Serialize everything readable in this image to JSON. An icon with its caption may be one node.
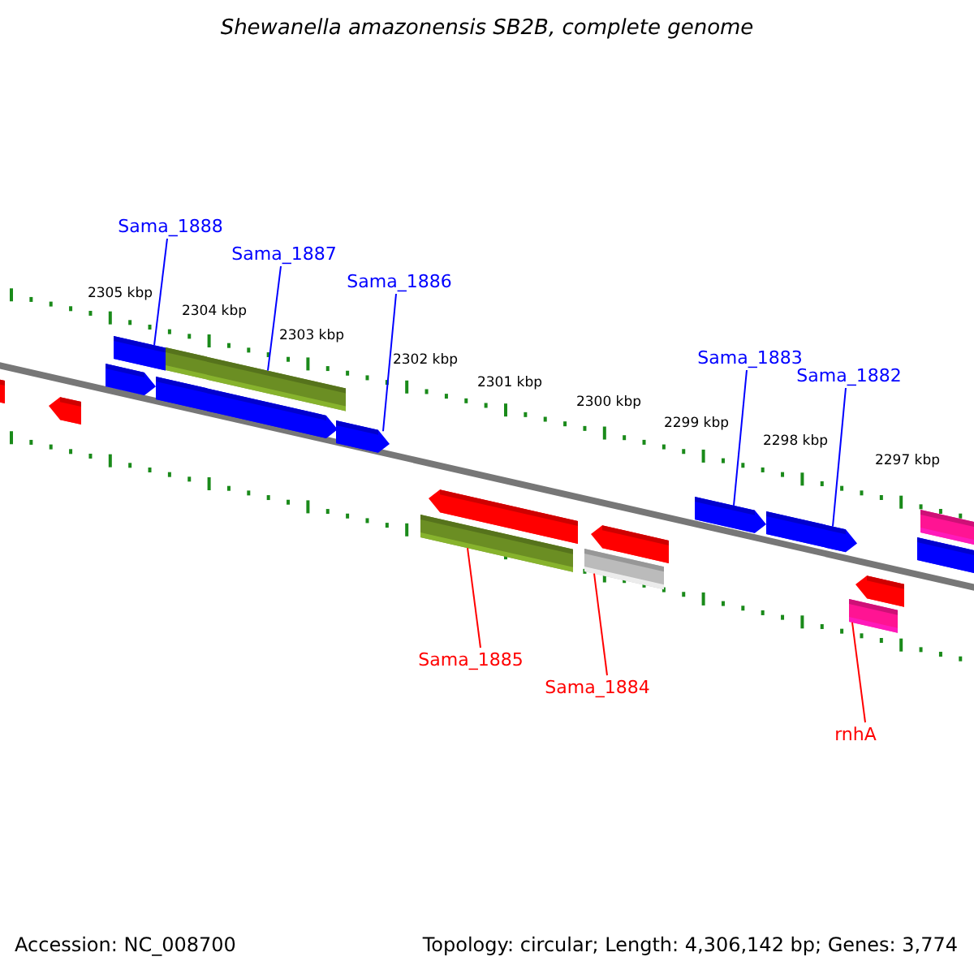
{
  "diagram": {
    "title": "Shewanella amazonensis SB2B, complete genome",
    "nodes": [
      {
        "text": [
          "Sama_1888"
        ]
      },
      {
        "text": [
          "Sama_1887"
        ]
      },
      {
        "text": [
          "Sama_1886"
        ]
      },
      {
        "text": [
          "Sama_1883"
        ]
      },
      {
        "text": [
          "Sama_1882"
        ]
      },
      {
        "text": [
          "Sama_1885"
        ]
      },
      {
        "text": [
          "Sama_1884"
        ]
      },
      {
        "text": [
          "rnhA"
        ]
      },
      {
        "text": [],
        "shape": "pentagon"
      },
      {
        "text": [],
        "shape": "pentagon"
      },
      {
        "text": [],
        "shape": "bar"
      },
      {
        "text": [],
        "shape": "bar"
      },
      {
        "text": [],
        "shape": "pentagon"
      },
      {
        "text": [],
        "shape": "pentagon"
      },
      {
        "text": [],
        "shape": "pentagon"
      },
      {
        "text": [],
        "shape": "pentagon"
      },
      {
        "text": [],
        "shape": "bar"
      },
      {
        "text": [],
        "shape": "pentagon"
      },
      {
        "text": [],
        "shape": "bar"
      },
      {
        "text": [],
        "shape": "pentagon"
      },
      {
        "text": [],
        "shape": "pentagon"
      },
      {
        "text": [],
        "shape": "bar"
      },
      {
        "text": [],
        "shape": "bar"
      },
      {
        "text": [],
        "shape": "pentagon"
      },
      {
        "text": [],
        "shape": "bar"
      }
    ],
    "edges": [
      {
        "from": 0,
        "to": 10,
        "arrow": "none"
      },
      {
        "from": 1,
        "to": 11,
        "arrow": "none"
      },
      {
        "from": 2,
        "to": 14,
        "arrow": "none"
      },
      {
        "from": 3,
        "to": 19,
        "arrow": "none"
      },
      {
        "from": 4,
        "to": 20,
        "arrow": "none"
      },
      {
        "from": 5,
        "to": 16,
        "arrow": "none",
        "color": "#ff0000"
      },
      {
        "from": 6,
        "to": 18,
        "arrow": "none",
        "color": "#ff0000"
      },
      {
        "from": 7,
        "to": 24,
        "arrow": "none",
        "color": "#ff0000"
      }
    ],
    "labels": [
      "2305 kbp",
      "2304 kbp",
      "2303 kbp",
      "2302 kbp",
      "2301 kbp",
      "2300 kbp",
      "2299 kbp",
      "2298 kbp",
      "2297 kbp",
      "Accession: NC_008700",
      "Topology: circular; Length: 4,306,142 bp; Genes: 3,774"
    ]
  }
}
